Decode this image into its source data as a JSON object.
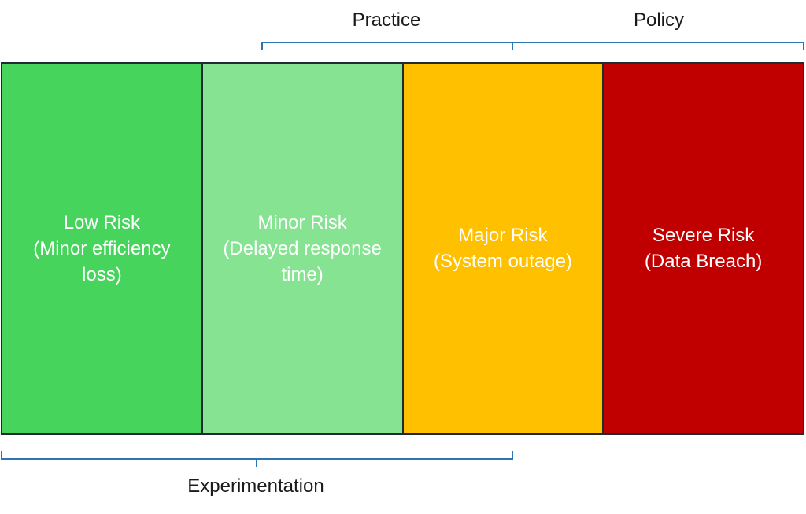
{
  "top_labels": {
    "practice": "Practice",
    "policy": "Policy"
  },
  "bottom_labels": {
    "experimentation": "Experimentation"
  },
  "zones": [
    {
      "title": "Low Risk",
      "detail": "(Minor efficiency loss)",
      "color": "#47d45c"
    },
    {
      "title": "Minor Risk",
      "detail": "(Delayed response time)",
      "color": "#86e391"
    },
    {
      "title": "Major Risk",
      "detail": "(System outage)",
      "color": "#ffc000"
    },
    {
      "title": "Severe Risk",
      "detail": "(Data Breach)",
      "color": "#c00000"
    }
  ]
}
